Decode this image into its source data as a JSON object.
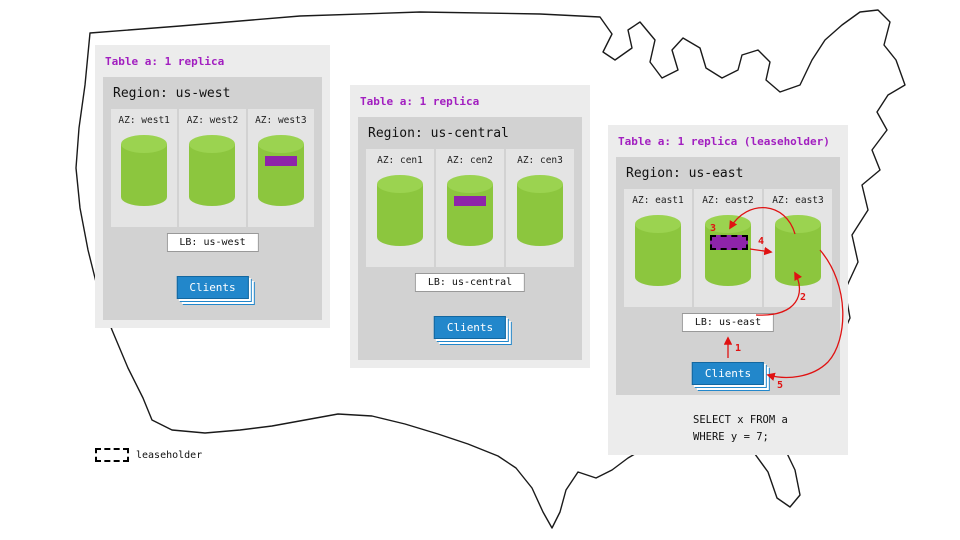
{
  "legend": {
    "label": "leaseholder"
  },
  "flow": {
    "steps": [
      "1",
      "2",
      "3",
      "4",
      "5"
    ]
  },
  "panels": [
    {
      "region": "us-west",
      "table_label": "Table a: 1 replica",
      "region_label": "Region: us-west",
      "azs": [
        {
          "label": "AZ: west1",
          "replica": false
        },
        {
          "label": "AZ: west2",
          "replica": false
        },
        {
          "label": "AZ: west3",
          "replica": true
        }
      ],
      "lb_label": "LB: us-west",
      "clients_label": "Clients"
    },
    {
      "region": "us-central",
      "table_label": "Table a: 1 replica",
      "region_label": "Region: us-central",
      "azs": [
        {
          "label": "AZ: cen1",
          "replica": false
        },
        {
          "label": "AZ: cen2",
          "replica": true
        },
        {
          "label": "AZ: cen3",
          "replica": false
        }
      ],
      "lb_label": "LB: us-central",
      "clients_label": "Clients"
    },
    {
      "region": "us-east",
      "table_label": "Table a: 1 replica (leaseholder)",
      "region_label": "Region: us-east",
      "azs": [
        {
          "label": "AZ: east1",
          "replica": false
        },
        {
          "label": "AZ: east2",
          "replica": true,
          "leaseholder": true
        },
        {
          "label": "AZ: east3",
          "replica": false
        }
      ],
      "lb_label": "LB: us-east",
      "clients_label": "Clients",
      "sql": {
        "line1": "SELECT x FROM a",
        "line2": "WHERE y = 7;"
      }
    }
  ],
  "colors": {
    "accent_purple": "#a21fc0",
    "replica_purple": "#8e24aa",
    "cylinder_green": "#8cc63e",
    "cylinder_cap_green": "#9bd350",
    "clients_blue": "#2287cb",
    "arrow_red": "#e01212",
    "panel_bg": "#ececec",
    "region_bg": "#d2d2d2",
    "az_bg": "#e4e4e4"
  }
}
